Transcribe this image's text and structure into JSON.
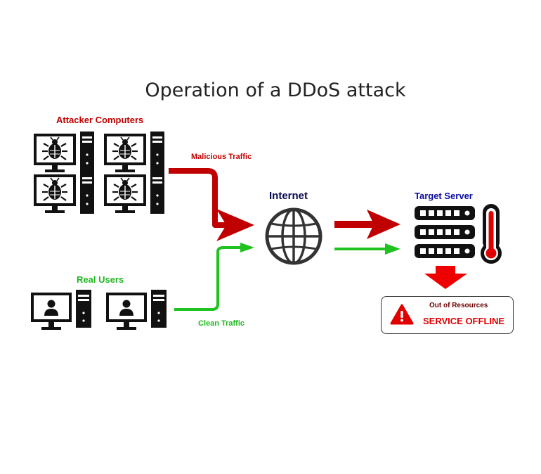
{
  "title": "Operation of a DDoS attack",
  "attacker": {
    "label": "Attacker Computers",
    "count": 4,
    "node_icon": "bug-icon"
  },
  "real_users": {
    "label": "Real Users",
    "count": 2,
    "node_icon": "user-icon"
  },
  "internet": {
    "label": "Internet",
    "icon": "globe-icon"
  },
  "target": {
    "label": "Target Server",
    "icons": [
      "server-rack-icon",
      "thermometer-icon"
    ]
  },
  "flows": {
    "malicious": {
      "label": "Malicious Traffic",
      "color": "#c00000"
    },
    "clean": {
      "label": "Clean Traffic",
      "color": "#1fc21f"
    }
  },
  "status": {
    "icon": "warning-icon",
    "line1": "Out of Resources",
    "line2": "SERVICE OFFLINE",
    "color": "#e00000"
  }
}
